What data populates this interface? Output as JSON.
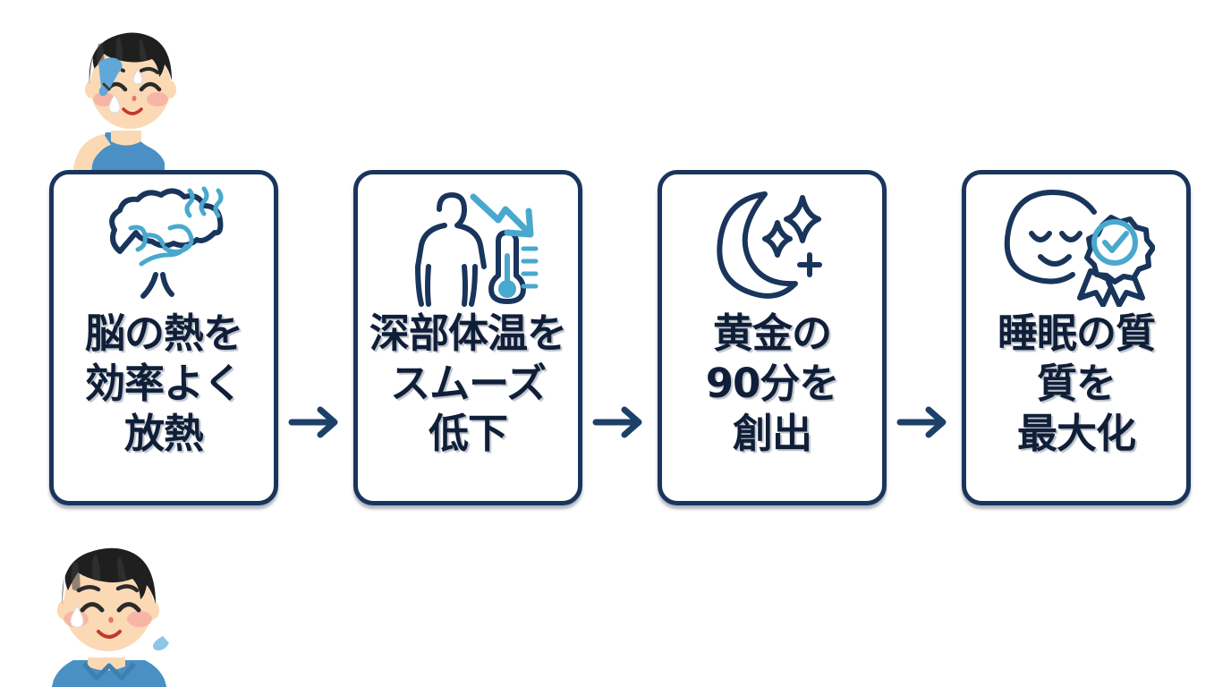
{
  "page": {
    "type": "process-flow-infographic",
    "background_color": "#ffffff",
    "accent_dark": "#19355c",
    "accent_text": "#101f38",
    "accent_teal": "#49a8cd",
    "character_skin": "#fbd9b4",
    "character_hair": "#1f1f1f",
    "character_shirt": "#4a90c4"
  },
  "flow": {
    "arrow_glyph": "→",
    "steps": [
      {
        "id": "step-1",
        "icon": "brain-heat-icon",
        "lines": [
          "脳の熱を",
          "効率よく",
          "放熱"
        ]
      },
      {
        "id": "step-2",
        "icon": "body-temperature-down-icon",
        "lines": [
          "深部体温を",
          "スムーズ",
          "低下"
        ]
      },
      {
        "id": "step-3",
        "icon": "crescent-moon-sparkle-icon",
        "lines": [
          "黄金の",
          "90分を",
          "創出"
        ]
      },
      {
        "id": "step-4",
        "icon": "sleeping-face-badge-icon",
        "lines": [
          "睡眠の質",
          "質を",
          "最大化"
        ]
      }
    ]
  },
  "characters": [
    {
      "id": "character-top",
      "name": "sweating-boy-wiping-forehead"
    },
    {
      "id": "character-bottom",
      "name": "sweating-boy-smiling"
    }
  ]
}
